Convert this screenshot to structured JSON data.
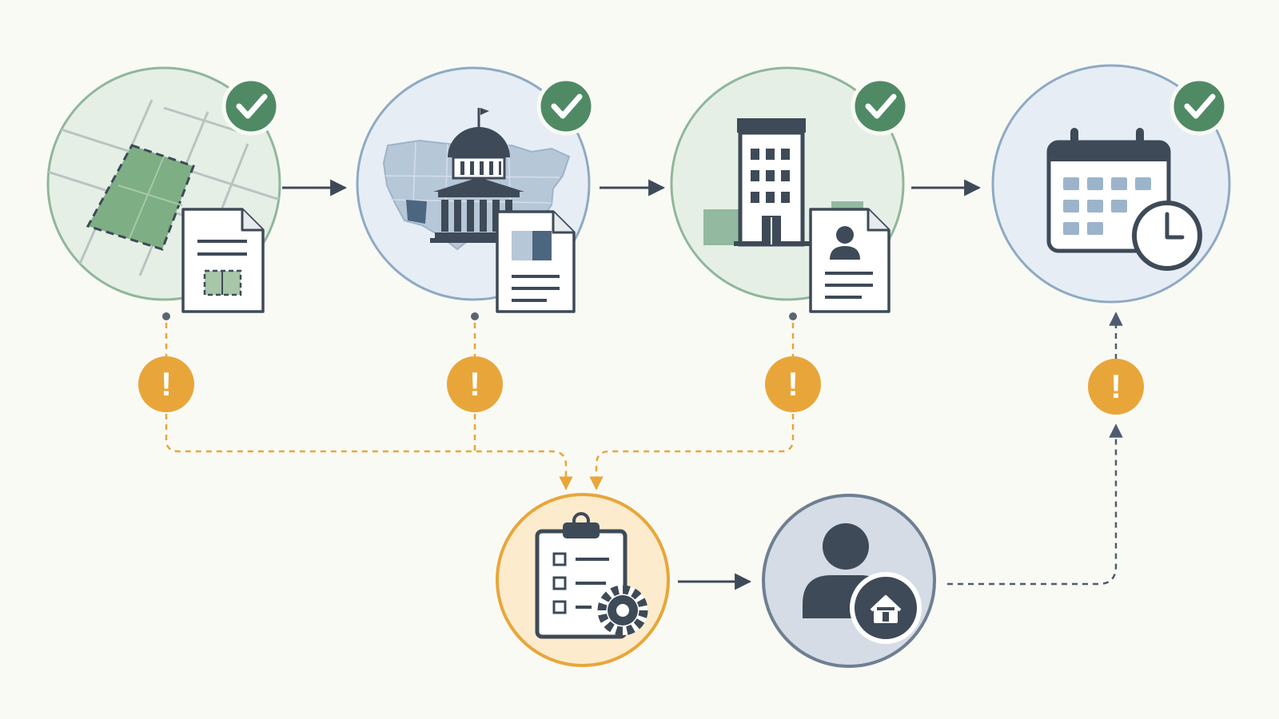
{
  "colors": {
    "background": "#fafaf5",
    "ink": "#3e4a57",
    "green": "#4f8a65",
    "green_fill": "#e6efe6",
    "green_ring": "#8fb79b",
    "blue_fill": "#e6edf5",
    "blue_ring": "#8eaac4",
    "orange": "#e8a63a",
    "orange_fill": "#fcebcd",
    "slate_fill": "#d5dce6",
    "slate_ring": "#6f7f92"
  },
  "steps": [
    {
      "id": "parcel",
      "icon": "parcel-map-document-icon",
      "status": "complete"
    },
    {
      "id": "state-government",
      "icon": "capitol-map-document-icon",
      "status": "complete"
    },
    {
      "id": "local-office",
      "icon": "office-building-profile-icon",
      "status": "complete"
    },
    {
      "id": "schedule",
      "icon": "calendar-clock-icon",
      "status": "complete"
    }
  ],
  "issue_markers": {
    "symbol": "!",
    "count": 4
  },
  "resolution_nodes": [
    {
      "id": "review-checklist",
      "icon": "checklist-gear-icon"
    },
    {
      "id": "homeowner",
      "icon": "person-home-icon"
    }
  ]
}
